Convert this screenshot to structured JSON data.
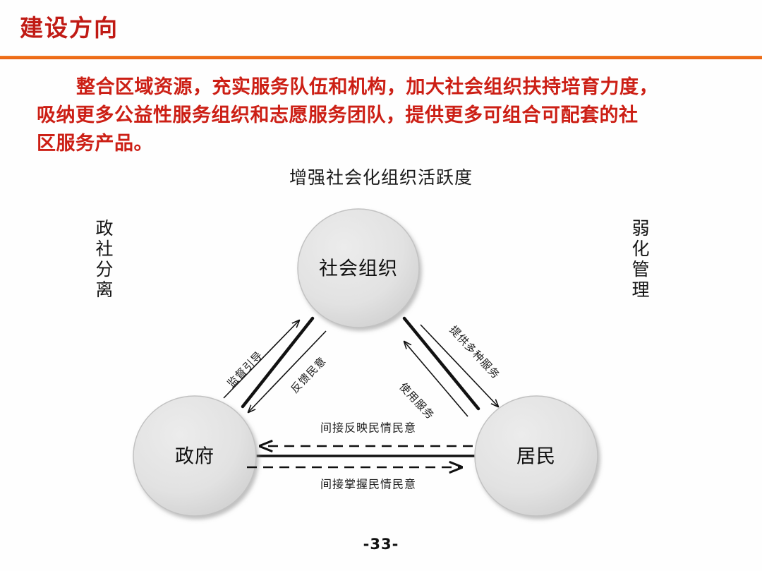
{
  "header": {
    "title": "建设方向",
    "title_color": "#c01a14",
    "rule_color": "#ef6e15"
  },
  "lead": {
    "color": "#cc1f15",
    "lines": [
      "整合区域资源，充实服务队伍和机构，加大社会组织扶持培育力度，",
      "吸纳更多公益性服务组织和志愿服务团队，提供更多可组合可配套的社",
      "区服务产品。"
    ]
  },
  "diagram": {
    "heading": "增强社会化组织活跃度",
    "side_label_left": "政社分离",
    "side_label_right": "弱化管理",
    "nodes": [
      {
        "id": "social-org",
        "label": "社会组织"
      },
      {
        "id": "government",
        "label": "政府"
      },
      {
        "id": "residents",
        "label": "居民"
      }
    ],
    "edges": [
      {
        "id": "supervise-guide",
        "label": "监督引导",
        "from": "government",
        "to": "social-org",
        "style": "solid"
      },
      {
        "id": "feedback-opinion",
        "label": "反馈民意",
        "from": "social-org",
        "to": "government",
        "style": "solid"
      },
      {
        "id": "provide-services",
        "label": "提供多种服务",
        "from": "social-org",
        "to": "residents",
        "style": "solid"
      },
      {
        "id": "use-services",
        "label": "使用服务",
        "from": "residents",
        "to": "social-org",
        "style": "solid"
      },
      {
        "id": "indirect-reflect",
        "label": "间接反映民情民意",
        "from": "residents",
        "to": "government",
        "style": "dashed"
      },
      {
        "id": "indirect-grasp",
        "label": "间接掌握民情民意",
        "from": "government",
        "to": "residents",
        "style": "dashed"
      }
    ],
    "node_fill": "#dddddd",
    "edge_color": "#111111"
  },
  "footer": {
    "page_number": "-33-"
  }
}
